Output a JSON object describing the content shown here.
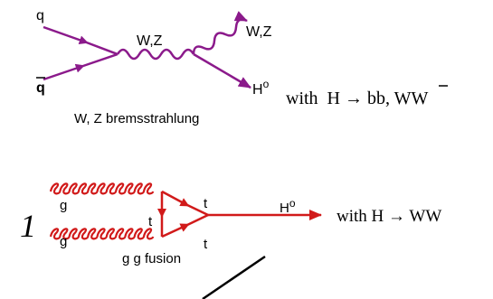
{
  "colors": {
    "wz_line": "#8b1a8b",
    "ggf_line": "#d11a1a",
    "text": "#000000"
  },
  "diagram_top": {
    "quark_label": "q",
    "antiquark_label": "q",
    "boson_label_left": "W,Z",
    "boson_label_right": "W,Z",
    "higgs_label": "H",
    "higgs_superscript": "o",
    "caption": "W, Z bremsstrahlung",
    "decay_text": "with  H → bb, WW"
  },
  "diagram_bottom": {
    "gluon_top_label": "g",
    "gluon_bottom_label": "g",
    "top_loop_label_upper": "t",
    "top_loop_label_side": "t",
    "top_loop_label_lower": "t",
    "higgs_label": "H",
    "higgs_superscript": "o",
    "caption": "g g fusion",
    "decay_text": "with H → WW",
    "margin_glyph": "1"
  }
}
